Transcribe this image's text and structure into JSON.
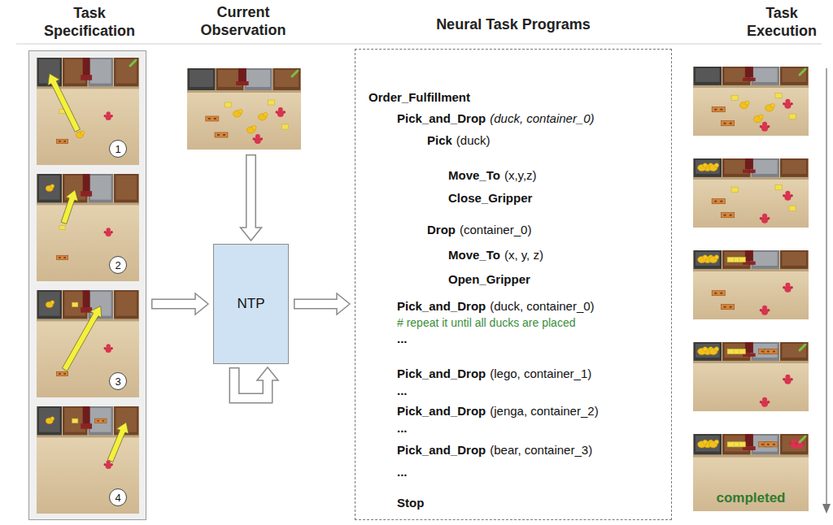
{
  "diagram": {
    "nodes": [
      {
        "text": [
          "Task Specification"
        ]
      },
      {
        "text": [
          "1"
        ],
        "in": 0
      },
      {
        "text": [
          "2"
        ],
        "in": 0
      },
      {
        "text": [
          "3"
        ],
        "in": 0
      },
      {
        "text": [
          "4"
        ],
        "in": 0
      },
      {
        "text": [
          "Current Observation"
        ]
      },
      {
        "text": [
          "NTP"
        ]
      },
      {
        "text": [
          "Neural Task Programs",
          "Order_Fulfillment",
          "Pick_and_Drop",
          "(duck, container_0)",
          "Pick",
          "(duck)",
          "Move_To",
          "(x,y,z)",
          "Close_Gripper",
          "Drop",
          "(container_0)",
          "Move_To",
          "(x, y, z)",
          "Open_Gripper",
          "Pick_and_Drop",
          "(duck, container_0)",
          "# repeat it until all ducks are placed",
          "...",
          "Pick_and_Drop",
          "(lego, container_1)",
          "...",
          "Pick_and_Drop",
          "(jenga, container_2)",
          "...",
          "Pick_and_Drop",
          "(bear, container_3)",
          "...",
          "Stop"
        ]
      }
    ],
    "edges": [
      {
        "from": 0,
        "to": 6,
        "arrow": "to"
      },
      {
        "from": 5,
        "to": 6,
        "arrow": "to"
      },
      {
        "from": 6,
        "to": 7,
        "arrow": "to"
      },
      {
        "from": 6,
        "to": 6,
        "arrow": "to"
      }
    ],
    "labels": [
      "Task Execution",
      "completed"
    ]
  }
}
